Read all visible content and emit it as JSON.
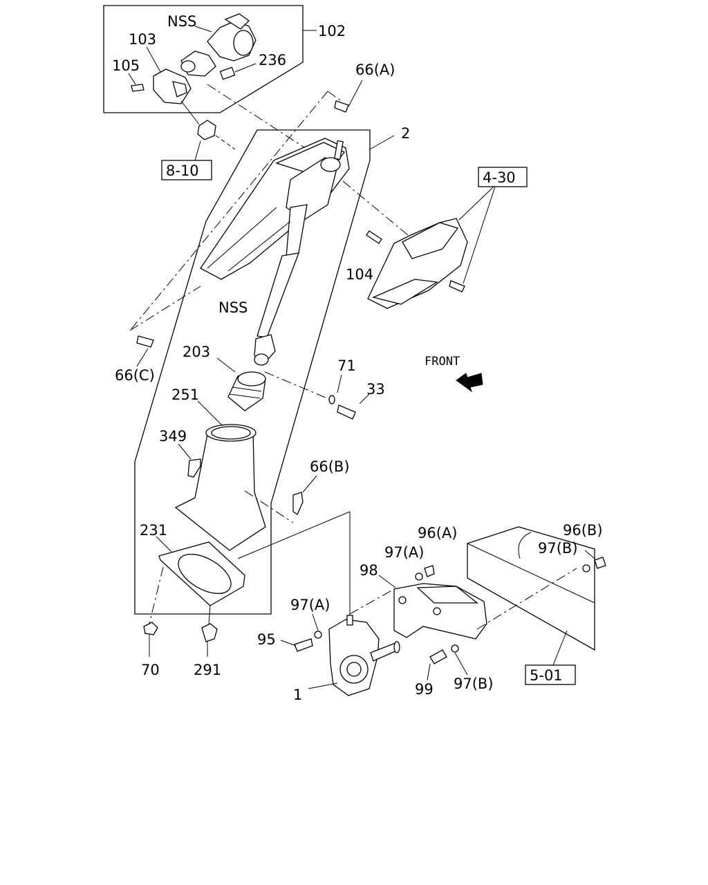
{
  "diagram": {
    "direction_label": "FRONT",
    "labels": {
      "nss_top": "NSS",
      "p102": "102",
      "p103": "103",
      "p105": "105",
      "p236": "236",
      "p66a_top": "66(A)",
      "p2": "2",
      "ref_8_10": "8-10",
      "ref_4_30": "4-30",
      "p104": "104",
      "nss_shaft": "NSS",
      "p66c": "66(C)",
      "p203": "203",
      "p71": "71",
      "p33": "33",
      "p251": "251",
      "p349": "349",
      "p66b": "66(B)",
      "p231": "231",
      "p96a": "96(A)",
      "p96b": "96(B)",
      "p97a_top": "97(A)",
      "p97b_top": "97(B)",
      "p98": "98",
      "p97a_mid": "97(A)",
      "p95": "95",
      "p70": "70",
      "p291": "291",
      "p1": "1",
      "p99": "99",
      "p97b_bottom": "97(B)",
      "ref_5_01": "5-01"
    }
  }
}
